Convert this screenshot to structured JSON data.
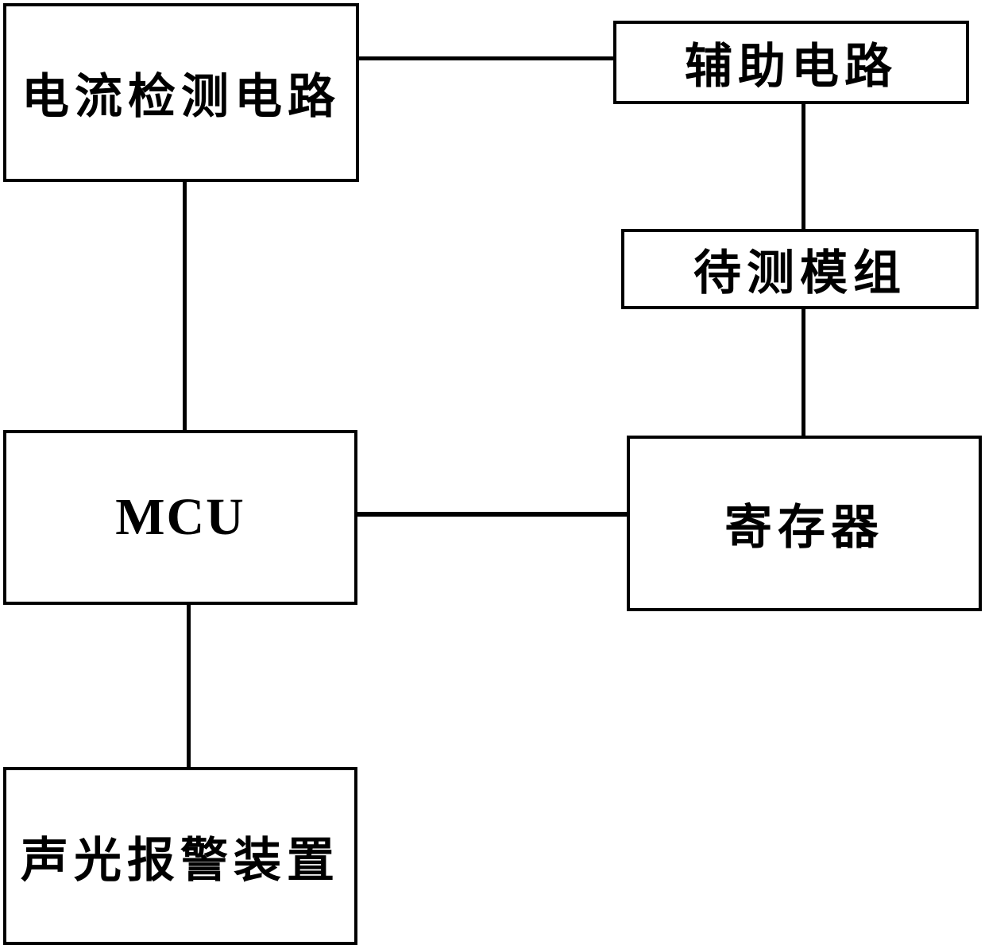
{
  "diagram": {
    "type": "block-diagram",
    "background_color": "#ffffff",
    "line_color": "#000000",
    "boxes": {
      "current_detection": {
        "label": "电流检测电路"
      },
      "auxiliary": {
        "label": "辅助电路"
      },
      "module_under_test": {
        "label": "待测模组"
      },
      "mcu": {
        "label": "MCU"
      },
      "register": {
        "label": "寄存器"
      },
      "alarm": {
        "label": "声光报警装置"
      }
    },
    "connections": [
      {
        "from": "current_detection",
        "to": "auxiliary",
        "style": "horizontal-line"
      },
      {
        "from": "auxiliary",
        "to": "module_under_test",
        "style": "vertical-line"
      },
      {
        "from": "module_under_test",
        "to": "register",
        "style": "vertical-line"
      },
      {
        "from": "current_detection",
        "to": "mcu",
        "style": "vertical-line"
      },
      {
        "from": "mcu",
        "to": "register",
        "style": "horizontal-line"
      },
      {
        "from": "mcu",
        "to": "alarm",
        "style": "vertical-line"
      }
    ]
  }
}
